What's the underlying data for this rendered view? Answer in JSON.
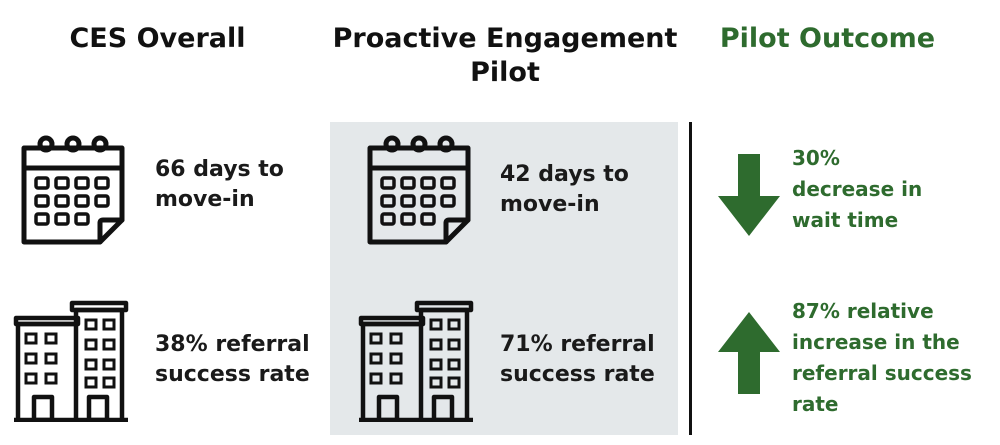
{
  "columns": {
    "ces_overall": {
      "title": "CES Overall",
      "stats": [
        {
          "icon": "calendar-icon",
          "lines": [
            "66 days to",
            "move-in"
          ]
        },
        {
          "icon": "buildings-icon",
          "lines": [
            "38% referral",
            "success rate"
          ]
        }
      ]
    },
    "pilot": {
      "title_lines": [
        "Proactive Engagement",
        "Pilot"
      ],
      "stats": [
        {
          "icon": "calendar-icon",
          "lines": [
            "42 days to",
            "move-in"
          ]
        },
        {
          "icon": "buildings-icon",
          "lines": [
            "71% referral",
            "success rate"
          ]
        }
      ]
    },
    "outcome": {
      "title": "Pilot Outcome",
      "items": [
        {
          "icon": "arrow-down-icon",
          "lines": [
            "30%",
            "decrease in",
            "wait time"
          ]
        },
        {
          "icon": "arrow-up-icon",
          "lines": [
            "87% relative",
            "increase in the",
            "referral success",
            "rate"
          ]
        }
      ]
    }
  },
  "colors": {
    "outcome_green": "#2e6b2e",
    "panel_gray": "#e4e8ea",
    "text_dark": "#111111"
  }
}
